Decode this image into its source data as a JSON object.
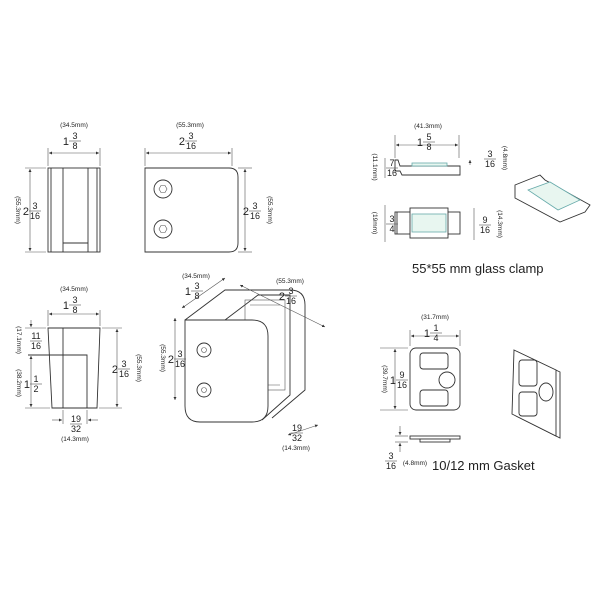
{
  "dimensions": {
    "side_width": {
      "mm": "(34.5mm)",
      "whole": "1",
      "num": "3",
      "den": "8"
    },
    "side_height": {
      "mm": "(55.3mm)",
      "whole": "2",
      "num": "3",
      "den": "16"
    },
    "face_width": {
      "mm": "(55.3mm)",
      "whole": "2",
      "num": "3",
      "den": "16"
    },
    "face_height": {
      "mm": "(55.3mm)",
      "whole": "2",
      "num": "3",
      "den": "16"
    },
    "bottom_width": {
      "mm": "(34.5mm)",
      "whole": "1",
      "num": "3",
      "den": "8"
    },
    "bottom_upper": {
      "mm": "(17.1mm)",
      "whole": "",
      "num": "11",
      "den": "16"
    },
    "bottom_lower": {
      "mm": "(38.2mm)",
      "whole": "1",
      "num": "1",
      "den": "2"
    },
    "bottom_height": {
      "mm": "(55.3mm)",
      "whole": "2",
      "num": "3",
      "den": "16"
    },
    "bottom_slot": {
      "mm": "(14.3mm)",
      "whole": "",
      "num": "19",
      "den": "32"
    },
    "iso_depth": {
      "mm": "(34.5mm)",
      "whole": "1",
      "num": "3",
      "den": "8"
    },
    "iso_width": {
      "mm": "(55.3mm)",
      "whole": "2",
      "num": "3",
      "den": "16"
    },
    "iso_height": {
      "mm": "(55.3mm)",
      "whole": "2",
      "num": "3",
      "den": "16"
    },
    "iso_slot": {
      "mm": "(14.3mm)",
      "whole": "",
      "num": "19",
      "den": "32"
    },
    "clamp_length": {
      "mm": "(41.3mm)",
      "whole": "1",
      "num": "5",
      "den": "8"
    },
    "clamp_height": {
      "mm": "(11.1mm)",
      "whole": "",
      "num": "7",
      "den": "16"
    },
    "clamp_thickness": {
      "mm": "(4.8mm)",
      "whole": "",
      "num": "3",
      "den": "16"
    },
    "clamp_width": {
      "mm": "(19mm)",
      "whole": "",
      "num": "3",
      "den": "4"
    },
    "clamp_inner_width": {
      "mm": "(14.3mm)",
      "whole": "",
      "num": "9",
      "den": "16"
    },
    "gasket_width": {
      "mm": "(31.7mm)",
      "whole": "1",
      "num": "1",
      "den": "4"
    },
    "gasket_height": {
      "mm": "(39.7mm)",
      "whole": "1",
      "num": "9",
      "den": "16"
    },
    "gasket_thickness": {
      "mm": "(4.8mm)",
      "whole": "",
      "num": "3",
      "den": "16"
    }
  },
  "labels": {
    "glass_clamp": "55*55 mm glass clamp",
    "gasket": "10/12 mm Gasket"
  },
  "colors": {
    "line": "#333333",
    "glass": "#e8f6f0"
  }
}
